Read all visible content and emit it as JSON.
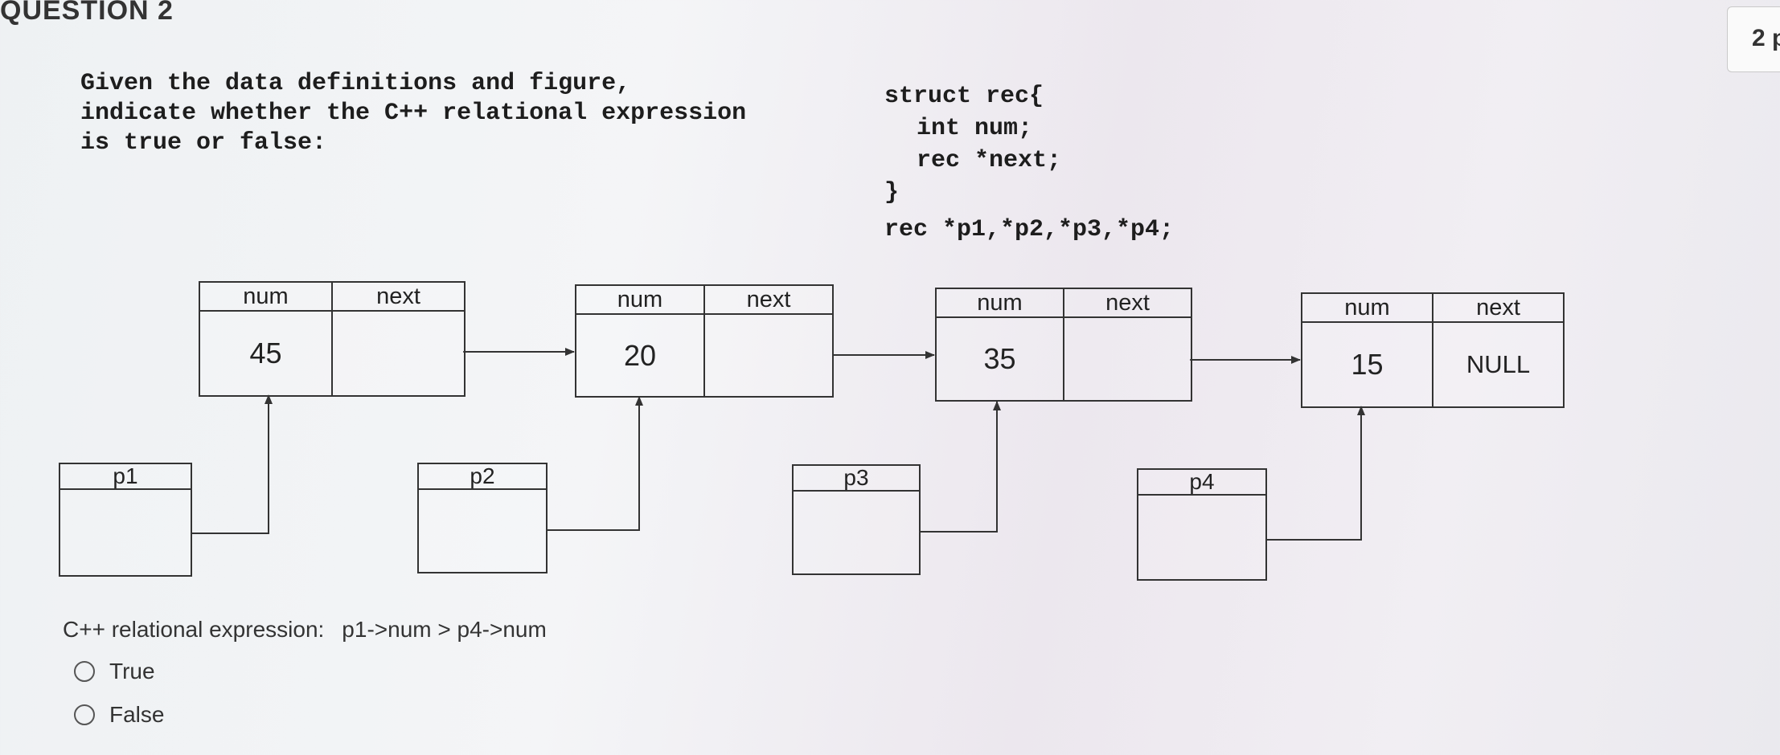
{
  "question": {
    "title": "QUESTION 2",
    "points": "2 p"
  },
  "prompt": {
    "line1": "Given the data definitions and figure,",
    "line2": "indicate whether the C++ relational expression",
    "line3": "is true or false:"
  },
  "struct_def": {
    "line1": "struct rec{",
    "line2": "int num;",
    "line3": "rec *next;",
    "line4": "}",
    "line5": "rec *p1,*p2,*p3,*p4;"
  },
  "nodes": [
    {
      "num_header": "num",
      "next_header": "next",
      "num": "45",
      "next": ""
    },
    {
      "num_header": "num",
      "next_header": "next",
      "num": "20",
      "next": ""
    },
    {
      "num_header": "num",
      "next_header": "next",
      "num": "35",
      "next": ""
    },
    {
      "num_header": "num",
      "next_header": "next",
      "num": "15",
      "next": "NULL"
    }
  ],
  "pointers": [
    "p1",
    "p2",
    "p3",
    "p4"
  ],
  "expression": {
    "label": "C++ relational expression:",
    "code": "p1->num > p4->num"
  },
  "options": [
    "True",
    "False"
  ]
}
